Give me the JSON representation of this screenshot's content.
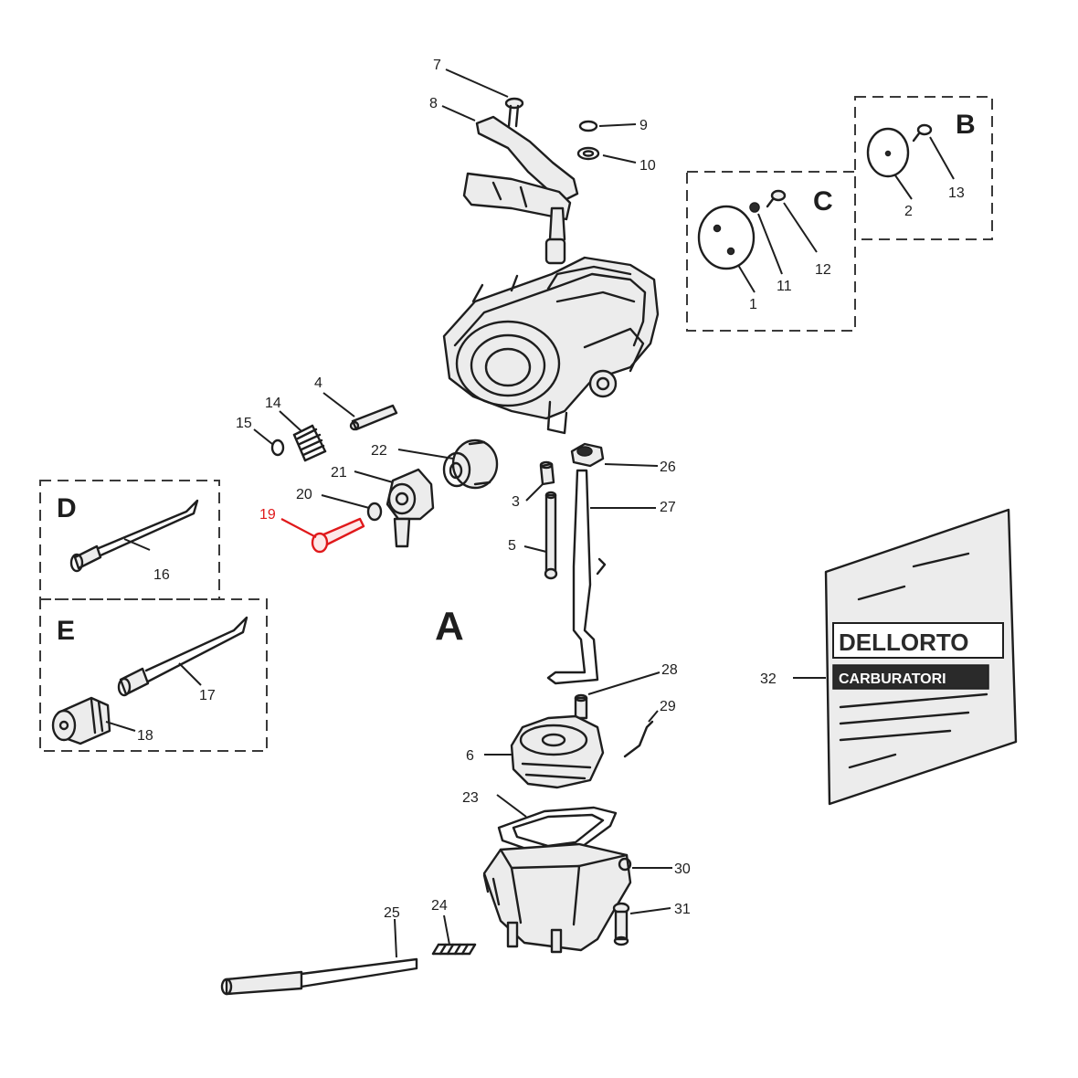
{
  "diagram": {
    "assembly_label": "A",
    "group_labels": {
      "B": "B",
      "C": "C",
      "D": "D",
      "E": "E"
    },
    "highlight_color": "#e0191b",
    "highlighted_part": "19",
    "callouts": {
      "p1": "1",
      "p2": "2",
      "p3": "3",
      "p4": "4",
      "p5": "5",
      "p6": "6",
      "p7": "7",
      "p8": "8",
      "p9": "9",
      "p10": "10",
      "p11": "11",
      "p12": "12",
      "p13": "13",
      "p14": "14",
      "p15": "15",
      "p16": "16",
      "p17": "17",
      "p18": "18",
      "p19": "19",
      "p20": "20",
      "p21": "21",
      "p22": "22",
      "p23": "23",
      "p24": "24",
      "p25": "25",
      "p26": "26",
      "p27": "27",
      "p28": "28",
      "p29": "29",
      "p30": "30",
      "p31": "31",
      "p32": "32"
    },
    "kit_bag": {
      "brand": "DELLORTO",
      "line2": "CARBURATORI"
    }
  }
}
